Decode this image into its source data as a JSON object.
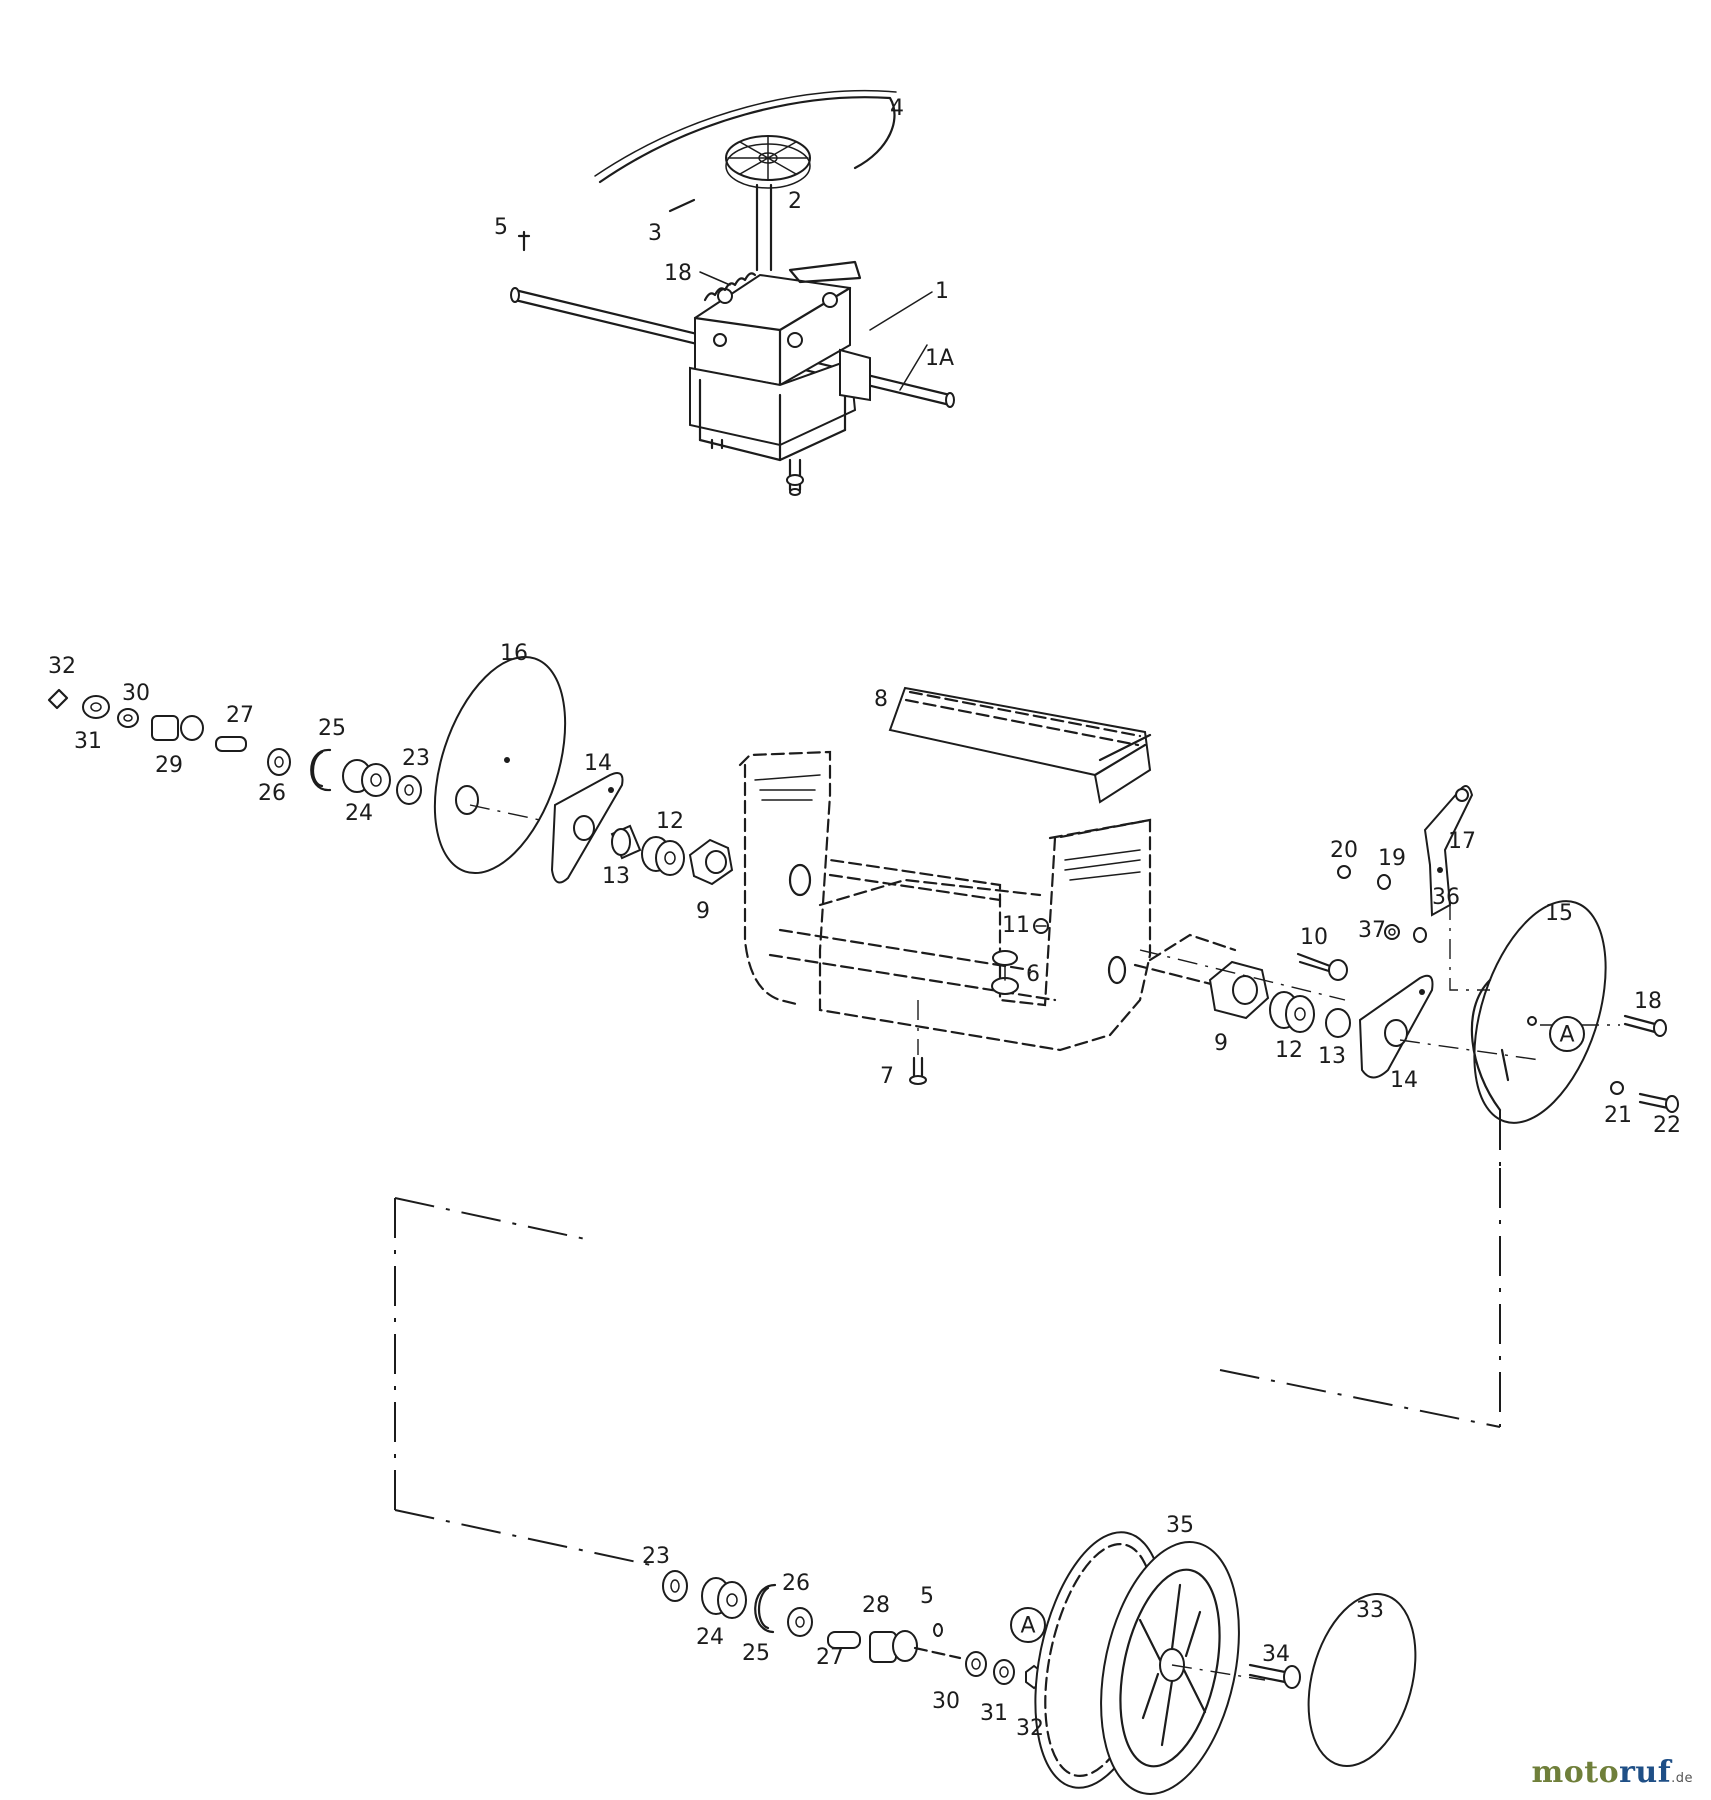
{
  "diagram": {
    "part_labels": {
      "gb_4": "4",
      "gb_2": "2",
      "gb_3": "3",
      "gb_5": "5",
      "gb_18": "18",
      "gb_1": "1",
      "gb_1a": "1A",
      "l_32": "32",
      "l_30": "30",
      "l_31": "31",
      "l_29": "29",
      "l_27": "27",
      "l_26": "26",
      "l_25": "25",
      "l_24": "24",
      "l_23": "23",
      "l_16": "16",
      "l_14": "14",
      "l_13": "13",
      "l_12": "12",
      "l_9": "9",
      "c_8": "8",
      "c_11": "11",
      "c_6": "6",
      "c_7": "7",
      "r_10": "10",
      "r_20": "20",
      "r_19": "19",
      "r_17": "17",
      "r_37": "37",
      "r_36": "36",
      "r_15": "15",
      "r_9": "9",
      "r_12": "12",
      "r_13": "13",
      "r_14": "14",
      "r_18": "18",
      "r_21": "21",
      "r_22": "22",
      "w_23": "23",
      "w_24": "24",
      "w_25": "25",
      "w_26": "26",
      "w_27": "27",
      "w_28": "28",
      "w_5": "5",
      "w_30": "30",
      "w_31": "31",
      "w_32": "32",
      "w_35": "35",
      "w_34": "34",
      "w_33": "33"
    },
    "callout_letters": {
      "upper": "A",
      "lower": "A"
    }
  },
  "watermark": {
    "brand_a": "moto",
    "brand_b": "ruf",
    "tld": ".de"
  }
}
